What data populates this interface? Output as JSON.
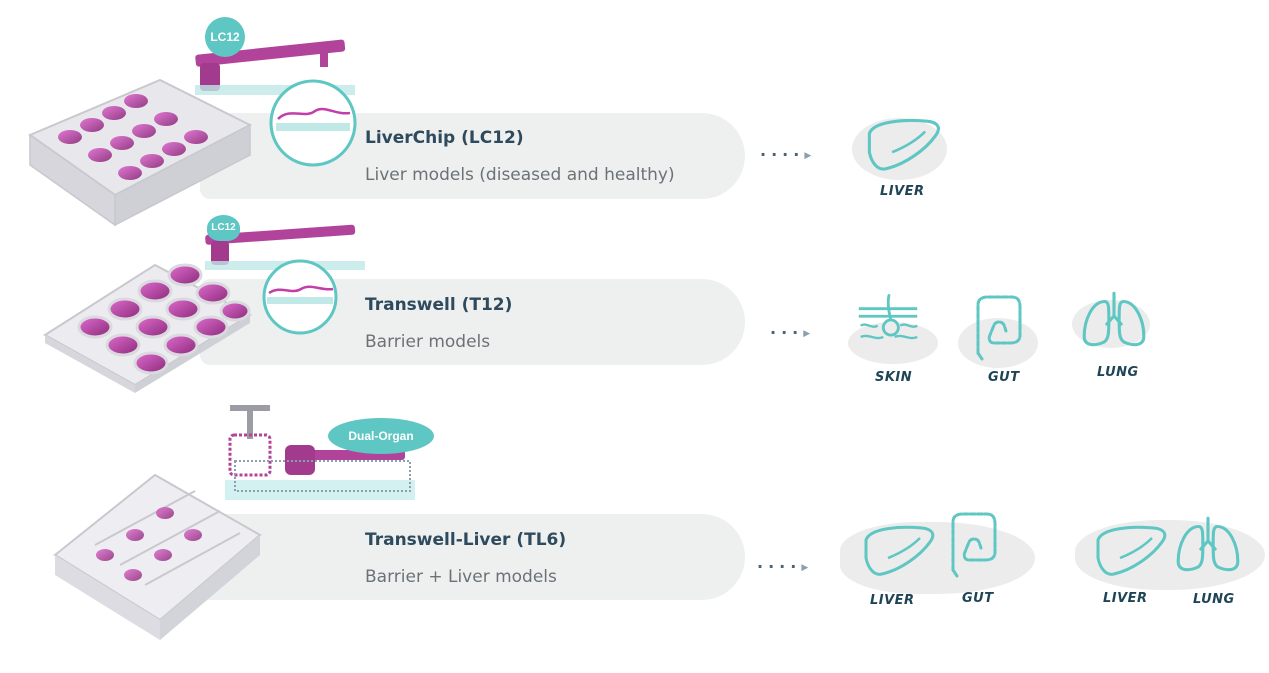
{
  "rows": [
    {
      "title": "LiverChip (LC12)",
      "subtitle": "Liver models (diseased and healthy)",
      "badge": "LC12",
      "organs": [
        {
          "icon": "liver-icon",
          "label": "LIVER"
        }
      ]
    },
    {
      "title": "Transwell (T12)",
      "subtitle": "Barrier models",
      "badge": "LC12",
      "organs": [
        {
          "icon": "skin-icon",
          "label": "SKIN"
        },
        {
          "icon": "gut-icon",
          "label": "GUT"
        },
        {
          "icon": "lung-icon",
          "label": "LUNG"
        }
      ]
    },
    {
      "title": "Transwell-Liver (TL6)",
      "subtitle": "Barrier + Liver models",
      "badge": "Dual-Organ",
      "organs": [
        {
          "icon": "liver-icon",
          "label": "LIVER"
        },
        {
          "icon": "gut-icon",
          "label": "GUT"
        },
        {
          "icon": "liver-icon",
          "label": "LIVER"
        },
        {
          "icon": "lung-icon",
          "label": "LUNG"
        }
      ]
    }
  ],
  "colors": {
    "teal": "#5ec6c3",
    "magenta": "#c33ea8",
    "pill": "#eef0f0",
    "text": "#2f4a5c"
  }
}
